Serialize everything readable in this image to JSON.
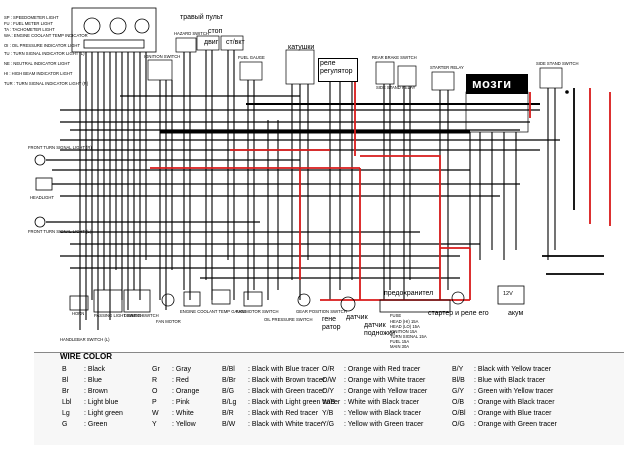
{
  "top_left_list": [
    "SP : SPEEDOMETER LIGHT",
    "FU : FUEL METER LIGHT",
    "TA : TACHOMETER LIGHT",
    "WA : ENGINE COOLANT TEMP INDICATOR",
    "OI : OIL PRESSURE INDICATOR LIGHT",
    "TU : TURN SIGNAL INDICATOR LIGHT (L)",
    "NE : NEUTRAL INDICATOR LIGHT",
    "HI : HIGH BEAM INDICATOR LIGHT",
    "TUR : TURN SIGNAL INDICATOR LIGHT (R)"
  ],
  "russian_labels": {
    "pult": "травый пульт",
    "stop": "стоп",
    "dvig": "двиг",
    "start": "ст/вкт",
    "katushki": "катушки",
    "rele_regulator": "реле регулятор",
    "mozgi": "мозги",
    "generator": "гене ратор",
    "datchik": "датчик",
    "datchik_podnozhki": "датчик подножки",
    "predohranitel": "предохранител",
    "starter_rele": "стартер и реле его",
    "akum": "акум"
  },
  "component_labels": {
    "front_turn_r": "FRONT TURN SIGNAL LIGHT (R)",
    "headlight": "HEADLIGHT",
    "front_turn_l": "FRONT TURN SIGNAL LIGHT (L)",
    "hazard_switch": "HAZARD SWITCH",
    "ignition_switch": "IGNITION SWITCH",
    "fuel_gauge": "FUEL GAUGE",
    "side_stand_relay": "SIDE STAND RELAY",
    "rear_brake_switch": "REAR BRAKE SWITCH",
    "starter_relay": "STARTER RELAY",
    "side_stand_switch": "SIDE STAND SWITCH",
    "horn": "HORN",
    "fan_motor": "FAN MOTOR",
    "gear_position_switch": "GEAR POSITION SWITCH",
    "handlebar_switch_l": "HANDLEBAR SWITCH (L)",
    "passing_switch": "PASSING LIGHT SWITCH",
    "dimmer_switch": "DIMMER SWITCH",
    "turn_switch": "TURN SIGNAL SWITCH",
    "engine_coolant": "ENGINE COOLANT TEMP GAUGE",
    "oil_pressure": "OIL PRESSURE SWITCH",
    "fan_motor_switch": "FAN MOTOR SWITCH",
    "fuse_label": "FUSE",
    "fuses": [
      "HEAD (HI) 15A",
      "HEAD (LO) 15A",
      "IGNITION 15A",
      "TURN SIGNAL 15A",
      "FUEL 15A",
      "MAIN 30A"
    ],
    "battery": "12V"
  },
  "wire_color": {
    "title": "WIRE COLOR",
    "col1": [
      {
        "code": "B",
        "name": ": Black"
      },
      {
        "code": "Bl",
        "name": ": Blue"
      },
      {
        "code": "Br",
        "name": ": Brown"
      },
      {
        "code": "Lbl",
        "name": ": Light blue"
      },
      {
        "code": "Lg",
        "name": ": Light green"
      },
      {
        "code": "G",
        "name": ": Green"
      }
    ],
    "col2": [
      {
        "code": "Gr",
        "name": ": Gray"
      },
      {
        "code": "R",
        "name": ": Red"
      },
      {
        "code": "O",
        "name": ": Orange"
      },
      {
        "code": "P",
        "name": ": Pink"
      },
      {
        "code": "W",
        "name": ": White"
      },
      {
        "code": "Y",
        "name": ": Yellow"
      }
    ],
    "col3": [
      {
        "code": "B/Bl",
        "name": ": Black with Blue tracer"
      },
      {
        "code": "B/Br",
        "name": ": Black with Brown tracer"
      },
      {
        "code": "B/G",
        "name": ": Black with Green tracer"
      },
      {
        "code": "B/Lg",
        "name": ": Black with Light green tracer"
      },
      {
        "code": "B/R",
        "name": ": Black with Red tracer"
      },
      {
        "code": "B/W",
        "name": ": Black with White tracer"
      }
    ],
    "col4": [
      {
        "code": "O/R",
        "name": ": Orange with Red tracer"
      },
      {
        "code": "O/W",
        "name": ": Orange with White tracer"
      },
      {
        "code": "O/Y",
        "name": ": Orange with Yellow tracer"
      },
      {
        "code": "W/B",
        "name": ": White with Black tracer"
      },
      {
        "code": "Y/B",
        "name": ": Yellow with Black tracer"
      },
      {
        "code": "Y/G",
        "name": ": Yellow with Green tracer"
      }
    ],
    "col5": [
      {
        "code": "B/Y",
        "name": ": Black with Yellow tracer"
      },
      {
        "code": "Bl/B",
        "name": ": Blue with Black tracer"
      },
      {
        "code": "G/Y",
        "name": ": Green with Yellow tracer"
      },
      {
        "code": "O/B",
        "name": ": Orange with Black tracer"
      },
      {
        "code": "O/Bl",
        "name": ": Orange with Blue tracer"
      },
      {
        "code": "O/G",
        "name": ": Orange with Green tracer"
      }
    ]
  },
  "colors": {
    "wire_black": "#000000",
    "wire_red": "#d81a1a",
    "legend_bg": "#f6f6f6"
  }
}
